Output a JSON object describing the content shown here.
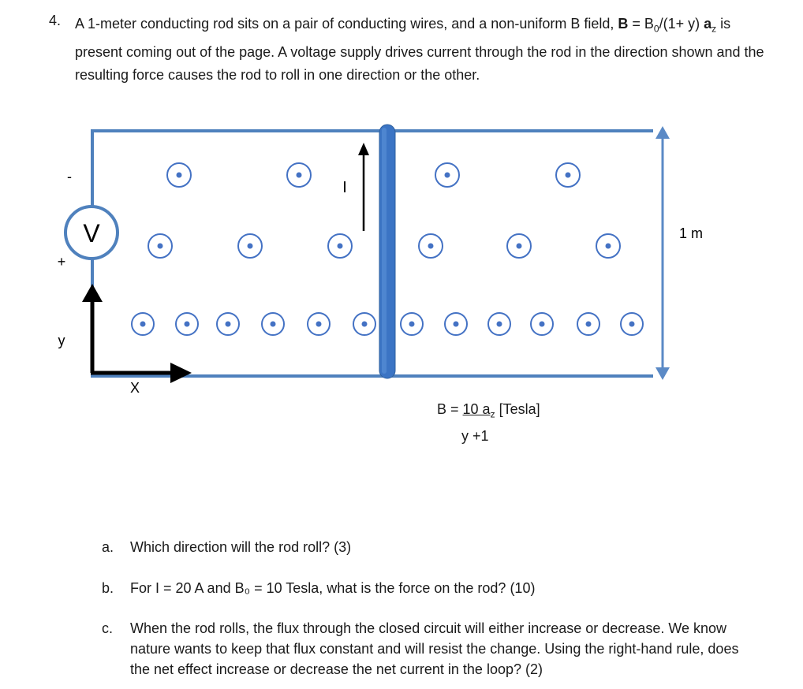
{
  "problem": {
    "number": "4.",
    "intro_part1": "A 1-meter conducting rod sits on a pair of conducting wires, and a non-uniform B field, ",
    "b_symbol": "B",
    "field_expr": " = B",
    "field_sub": "0",
    "field_expr_tail": "/(1+ y) ",
    "a_symbol": "a",
    "a_sub": "z",
    "intro_part2": " is present coming out of the page. A voltage supply drives current through the rod in the direction shown and the resulting force causes the rod to roll in one direction or the other."
  },
  "diagram": {
    "voltmeter_label": "V",
    "minus_label": "-",
    "plus_label": "+",
    "current_label": "I",
    "y_axis_label": "y",
    "x_axis_label": "X",
    "dimension_label": "1 m",
    "colors": {
      "wire": "#4f81bd",
      "rod": "#3b74c4",
      "dot": "#4472c4",
      "axis": "#000000"
    }
  },
  "formula": {
    "lhs": "B = ",
    "numerator": "10 a",
    "sub": "z",
    "unit": " [Tesla]",
    "denominator": "y +1"
  },
  "questions": [
    {
      "letter": "a.",
      "text": "Which direction will the rod roll? (3)"
    },
    {
      "letter": "b.",
      "text": "For I = 20 A and B₀ = 10 Tesla, what is the force on the rod? (10)"
    },
    {
      "letter": "c.",
      "text": "When the rod rolls, the flux through the closed circuit will either increase or decrease. We know nature wants to keep that flux constant and will resist the change. Using the right-hand rule, does the net effect increase or decrease the net current in the loop? (2)"
    }
  ]
}
